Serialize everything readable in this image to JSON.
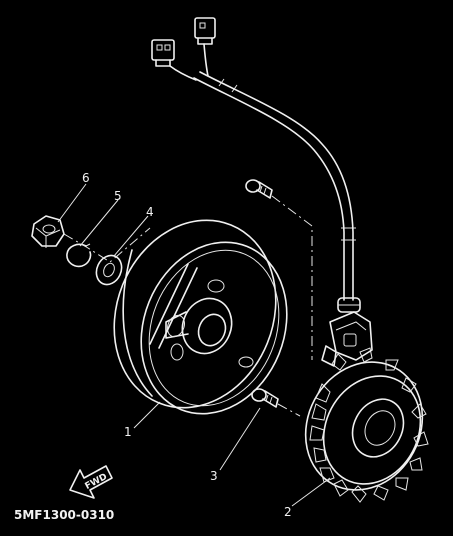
{
  "diagram": {
    "code": "5MF1300-0310",
    "fwd_label": "FWD",
    "callouts": [
      {
        "id": "1",
        "label": "1"
      },
      {
        "id": "2",
        "label": "2"
      },
      {
        "id": "3",
        "label": "3"
      },
      {
        "id": "4",
        "label": "4"
      },
      {
        "id": "5",
        "label": "5"
      },
      {
        "id": "6",
        "label": "6"
      }
    ]
  },
  "colors": {
    "background": "#000000",
    "linework": "#f0f0f0"
  },
  "parts": {
    "nut_icon": "hex-nut-icon",
    "circlip_icon": "circlip-icon",
    "washer_icon": "washer-icon",
    "rotor_icon": "flywheel-rotor-icon",
    "stator_icon": "stator-coil-icon",
    "screw_icon": "screw-icon",
    "connector_icon": "wire-connector-icon",
    "arrow_icon": "fwd-arrow-icon"
  }
}
